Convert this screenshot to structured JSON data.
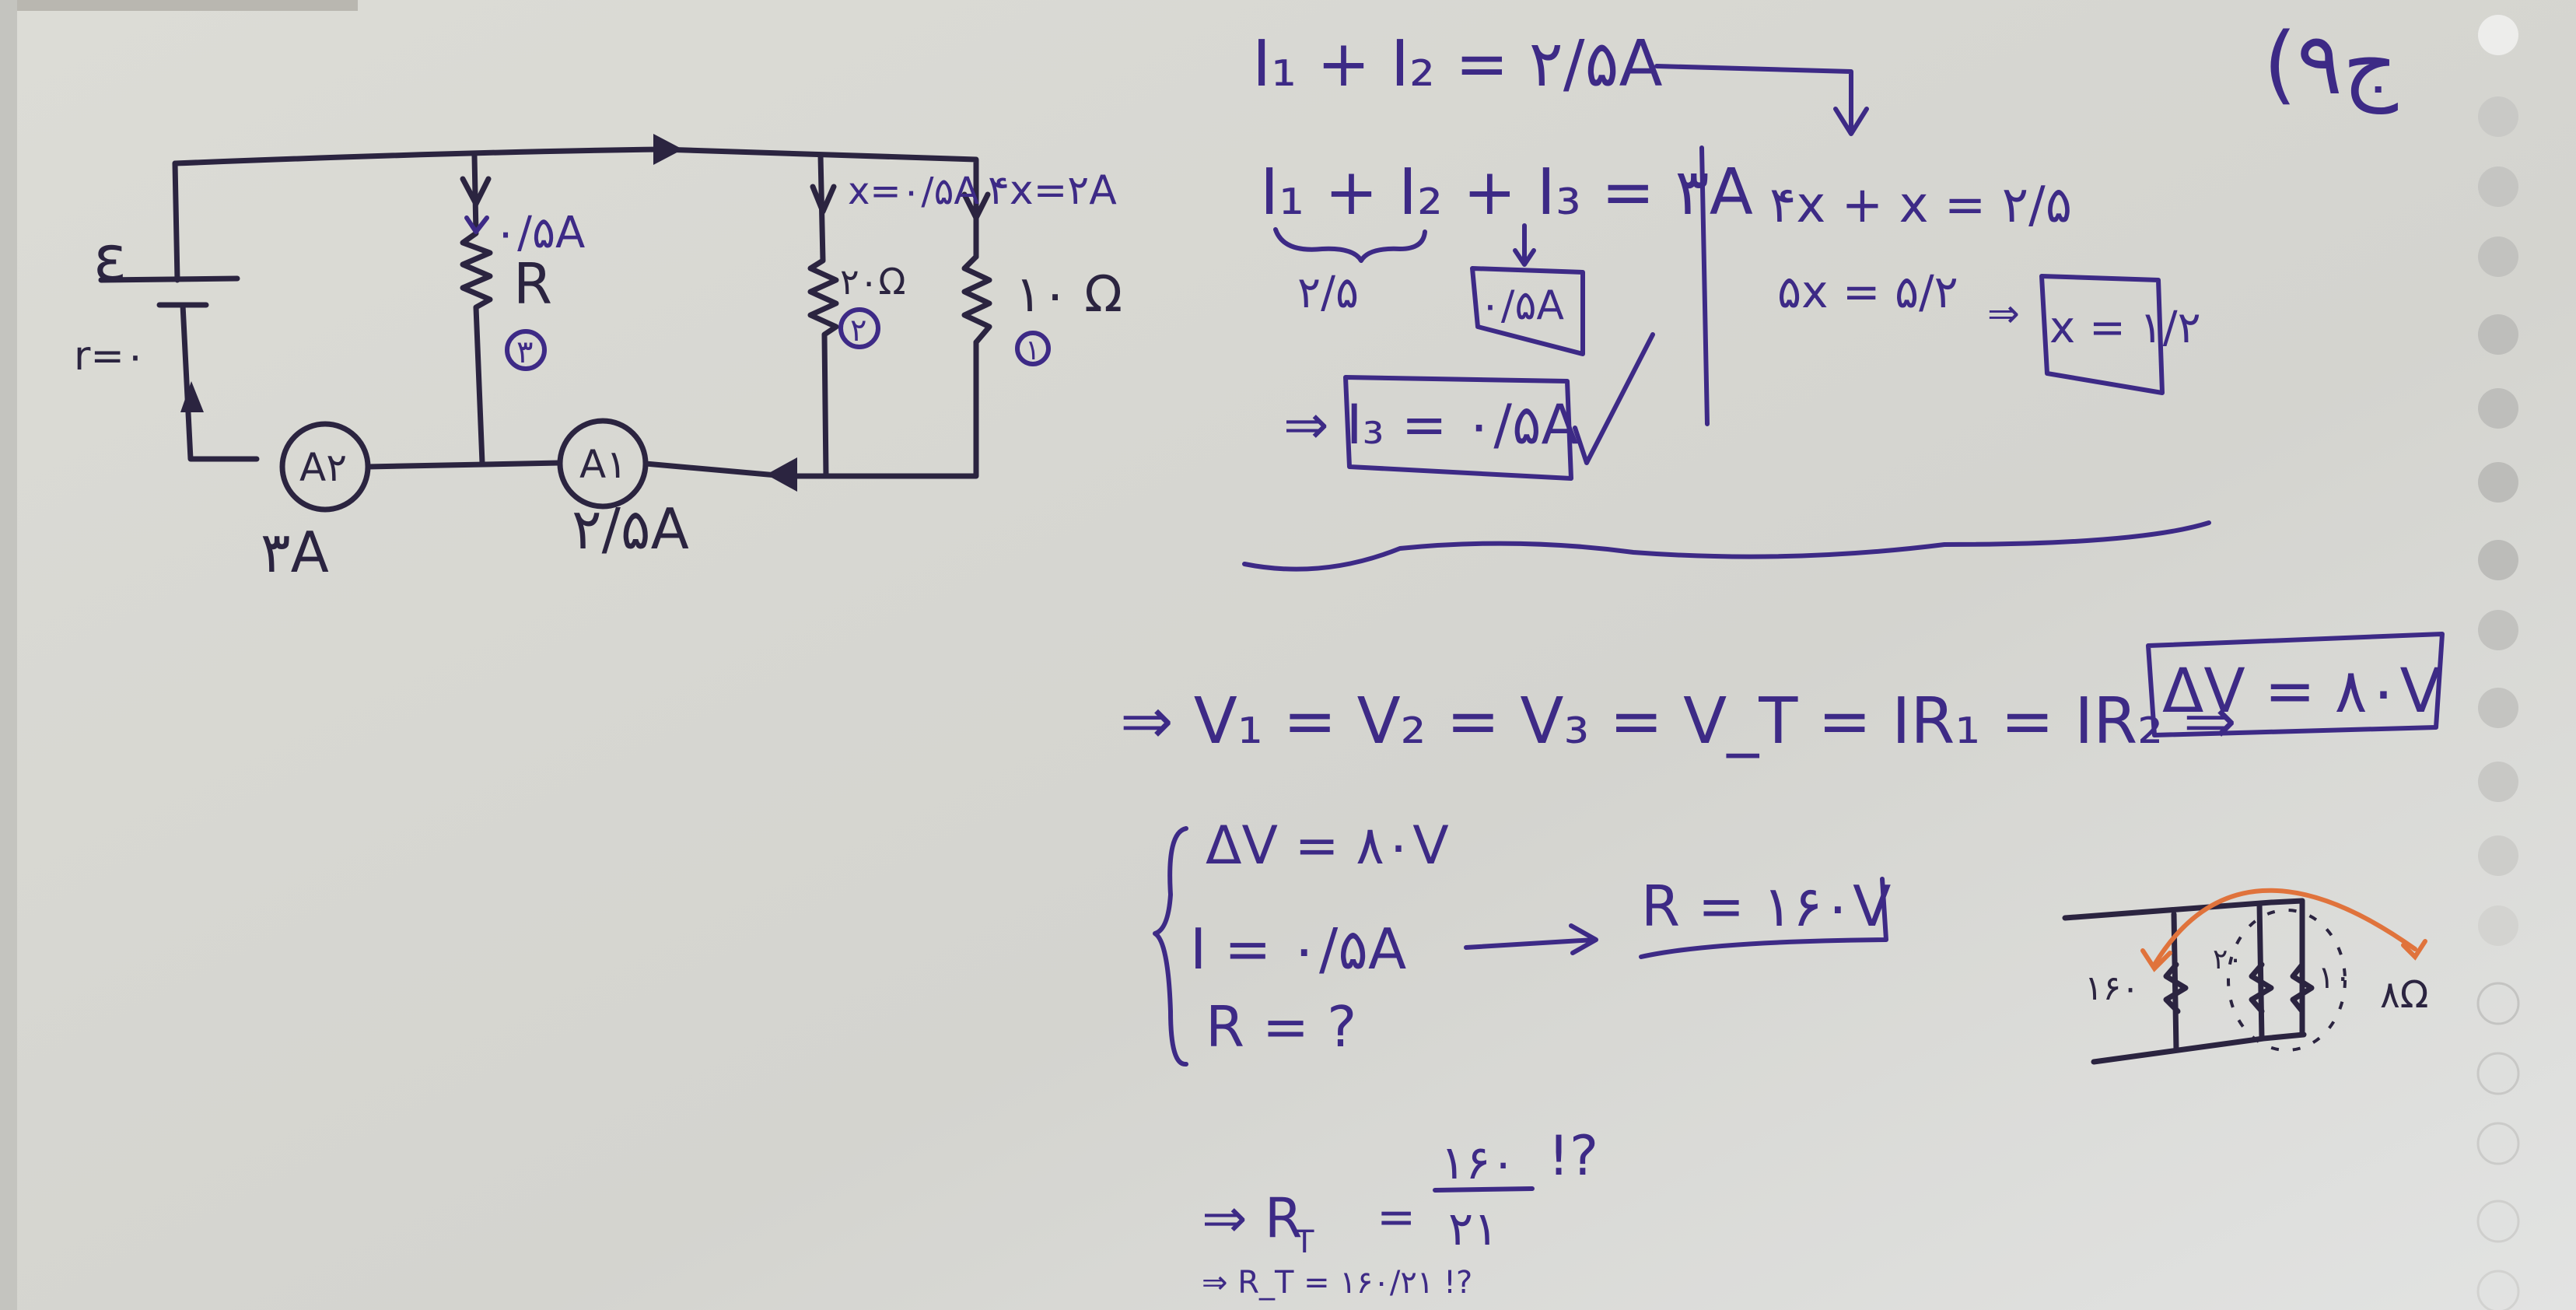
{
  "page_number": "(۹ج",
  "circuit": {
    "emf_label": "ε",
    "internal_resistance": "r=۰",
    "branch3_current": "۰/۵A",
    "branch3_resistor": "R",
    "branch3_number": "۳",
    "branch2_current": "x=۰/۵A",
    "branch2_resistor": "۲۰Ω",
    "branch2_number": "۲",
    "branch1_current": "۴x=۲A",
    "branch1_resistor": "۱۰ Ω",
    "branch1_number": "۱",
    "ammeter2_label": "A۲",
    "ammeter2_reading": "۳A",
    "ammeter1_label": "A۱",
    "ammeter1_reading": "۲/۵A"
  },
  "solution_top": {
    "eq1": "I₁ + I₂ = ۲/۵A",
    "eq2": "I₁ + I₂ + I₃ = ۳A",
    "brace_value": "۲/۵",
    "i3_box": "۰/۵A",
    "i3_result": "⇒ I₃ = ۰/۵A",
    "eq3": "۴x + x = ۲/۵",
    "eq4": "۵x = ۵/۲",
    "implies": "⇒",
    "x_result": "x = ۱/۲"
  },
  "solution_middle": {
    "voltage_chain": "⇒ V₁ = V₂ = V₃ = V_T = IR₁ = IR₂ ⇒",
    "voltage_result": "ΔV = ۸۰V",
    "given_dv": "ΔV = ۸۰V",
    "given_i": "I = ۰/۵A",
    "given_r": "R = ?",
    "r_result": "R = ۱۶۰V",
    "rt_result": "⇒ R_T = ۱۶۰/۲۱ !?",
    "rt_lhs": "⇒ R",
    "rt_sub": "T",
    "rt_eq": "=",
    "rt_num": "۱۶۰",
    "rt_den": "۲۱",
    "rt_mark": "!?"
  },
  "mini_diagram": {
    "r_left": "۱۶۰",
    "r_mid": "۲۰",
    "r_right": "۱۰",
    "r_combined": "۸Ω"
  },
  "colors": {
    "ink": "#2b2440",
    "pen": "#3d2a86",
    "orange": "#e0733c",
    "paper": "#d6d6d1"
  }
}
